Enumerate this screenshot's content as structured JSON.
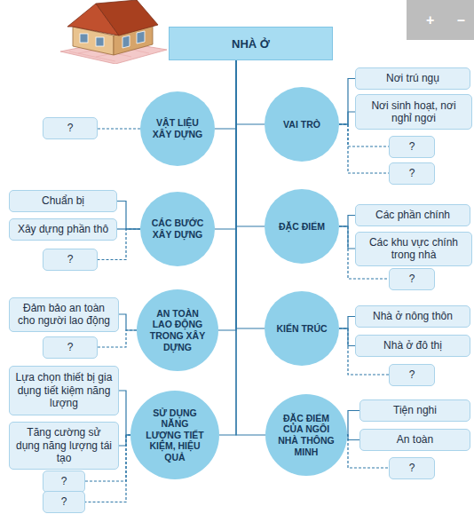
{
  "diagram": {
    "title": "NHÀ Ở",
    "nodes": [
      {
        "text": [
          "NHÀ Ở"
        ]
      },
      {
        "text": [
          "VẬT LIỆU XÂY DỰNG"
        ]
      },
      {
        "text": [
          "?"
        ]
      },
      {
        "text": [
          "VAI TRÒ"
        ]
      },
      {
        "text": [
          "Nơi trú ngụ"
        ]
      },
      {
        "text": [
          "Nơi sinh hoạt, nơi nghỉ ngơi"
        ]
      },
      {
        "text": [
          "?"
        ]
      },
      {
        "text": [
          "?"
        ]
      },
      {
        "text": [
          "CÁC BƯỚC XÂY DỰNG"
        ]
      },
      {
        "text": [
          "Chuẩn bị"
        ]
      },
      {
        "text": [
          "Xây dựng phần thô"
        ]
      },
      {
        "text": [
          "?"
        ]
      },
      {
        "text": [
          "ĐẶC ĐIỂM"
        ]
      },
      {
        "text": [
          "Các phần chính"
        ]
      },
      {
        "text": [
          "Các khu vực chính trong nhà"
        ]
      },
      {
        "text": [
          "?"
        ]
      },
      {
        "text": [
          "AN TOÀN LAO ĐỘNG TRONG XÂY DỰNG"
        ]
      },
      {
        "text": [
          "Đảm bảo an toàn cho người lao động"
        ]
      },
      {
        "text": [
          "?"
        ]
      },
      {
        "text": [
          "KIẾN TRÚC"
        ]
      },
      {
        "text": [
          "Nhà ở nông thôn"
        ]
      },
      {
        "text": [
          "Nhà ở đô thị"
        ]
      },
      {
        "text": [
          "?"
        ]
      },
      {
        "text": [
          "SỬ DỤNG NĂNG LƯỢNG TIẾT KIỆM, HIỆU QUẢ"
        ]
      },
      {
        "text": [
          "Lựa chọn thiết bị gia dụng tiết kiệm năng lượng"
        ]
      },
      {
        "text": [
          "Tăng cường sử dụng năng lượng tái tạo"
        ]
      },
      {
        "text": [
          "?"
        ]
      },
      {
        "text": [
          "?"
        ]
      },
      {
        "text": [
          "ĐẶC ĐIỂM CỦA NGÔI NHÀ THÔNG MINH"
        ]
      },
      {
        "text": [
          "Tiện nghi"
        ]
      },
      {
        "text": [
          "An toàn"
        ]
      },
      {
        "text": [
          "?"
        ]
      }
    ],
    "edges": [
      {
        "from": 0,
        "to": 1,
        "arrow": "none"
      },
      {
        "from": 0,
        "to": 3,
        "arrow": "none"
      },
      {
        "from": 0,
        "to": 8,
        "arrow": "none"
      },
      {
        "from": 0,
        "to": 12,
        "arrow": "none"
      },
      {
        "from": 0,
        "to": 16,
        "arrow": "none"
      },
      {
        "from": 0,
        "to": 19,
        "arrow": "none"
      },
      {
        "from": 0,
        "to": 23,
        "arrow": "none"
      },
      {
        "from": 0,
        "to": 28,
        "arrow": "none"
      },
      {
        "from": 1,
        "to": 2,
        "arrow": "none"
      },
      {
        "from": 3,
        "to": 4,
        "arrow": "none"
      },
      {
        "from": 3,
        "to": 5,
        "arrow": "none"
      },
      {
        "from": 3,
        "to": 6,
        "arrow": "none"
      },
      {
        "from": 3,
        "to": 7,
        "arrow": "none"
      },
      {
        "from": 8,
        "to": 9,
        "arrow": "none"
      },
      {
        "from": 8,
        "to": 10,
        "arrow": "none"
      },
      {
        "from": 8,
        "to": 11,
        "arrow": "none"
      },
      {
        "from": 12,
        "to": 13,
        "arrow": "none"
      },
      {
        "from": 12,
        "to": 14,
        "arrow": "none"
      },
      {
        "from": 12,
        "to": 15,
        "arrow": "none"
      },
      {
        "from": 16,
        "to": 17,
        "arrow": "none"
      },
      {
        "from": 16,
        "to": 18,
        "arrow": "none"
      },
      {
        "from": 19,
        "to": 20,
        "arrow": "none"
      },
      {
        "from": 19,
        "to": 21,
        "arrow": "none"
      },
      {
        "from": 19,
        "to": 22,
        "arrow": "none"
      },
      {
        "from": 23,
        "to": 24,
        "arrow": "none"
      },
      {
        "from": 23,
        "to": 25,
        "arrow": "none"
      },
      {
        "from": 23,
        "to": 26,
        "arrow": "none"
      },
      {
        "from": 23,
        "to": 27,
        "arrow": "none"
      },
      {
        "from": 28,
        "to": 29,
        "arrow": "none"
      },
      {
        "from": 28,
        "to": 30,
        "arrow": "none"
      },
      {
        "from": 28,
        "to": 31,
        "arrow": "none"
      }
    ],
    "labels": [
      "+",
      "–"
    ]
  }
}
